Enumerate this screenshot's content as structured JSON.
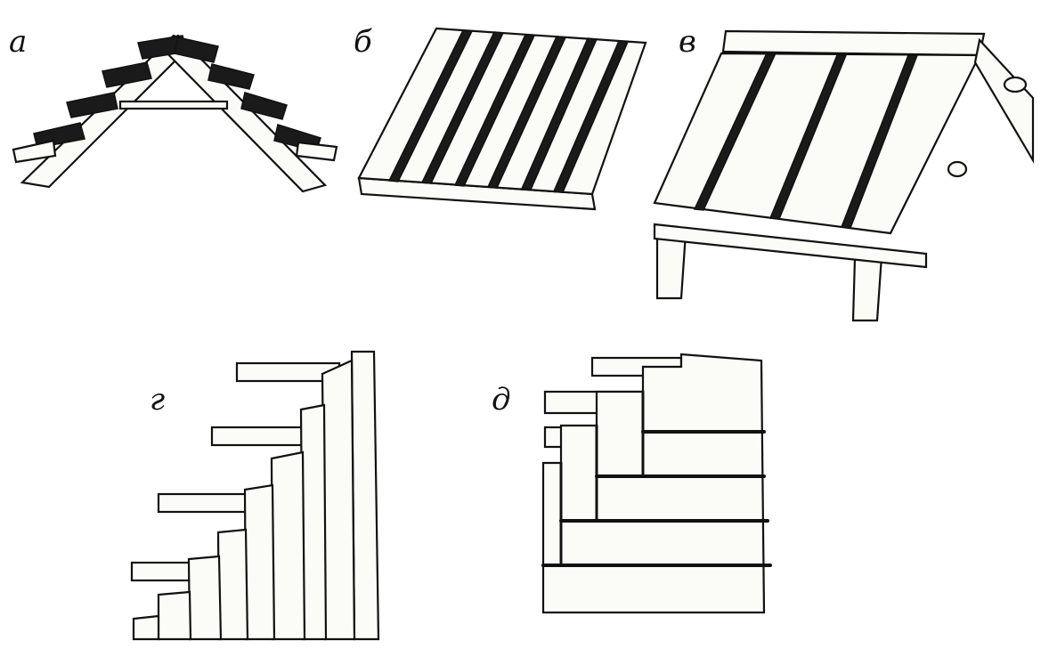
{
  "panels": [
    {
      "id": "a",
      "label": "а"
    },
    {
      "id": "b",
      "label": "б"
    },
    {
      "id": "v",
      "label": "в"
    },
    {
      "id": "g",
      "label": "г"
    },
    {
      "id": "d",
      "label": "д"
    }
  ],
  "colors": {
    "ink": "#111111",
    "paper": "#ffffff",
    "wood": "#fbfbf7"
  }
}
